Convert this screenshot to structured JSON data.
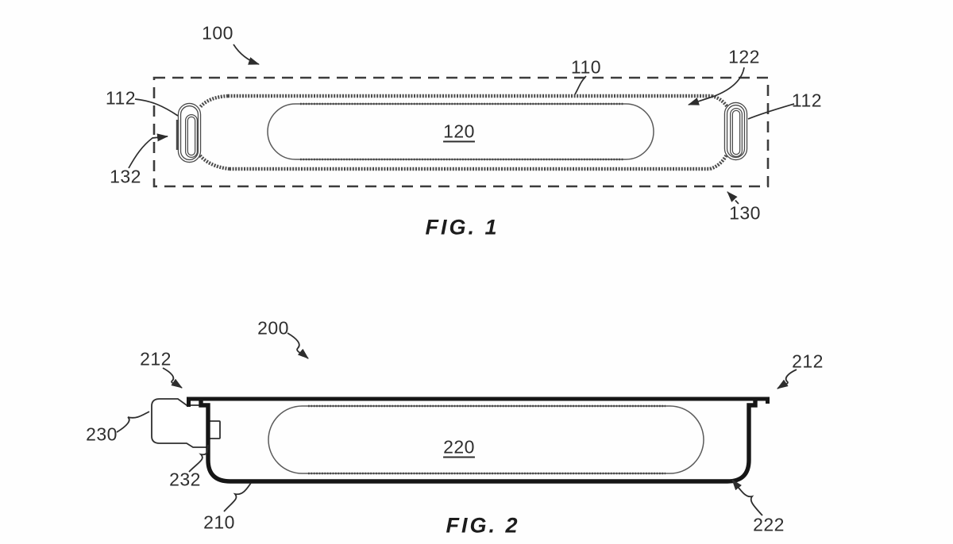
{
  "page": {
    "background_color": "#fefefe",
    "line_color": "#434343",
    "heavy_line_color": "#161616",
    "label_color": "#2e2e2e"
  },
  "figure1": {
    "caption": "FIG. 1",
    "refs": {
      "r100": "100",
      "r110": "110",
      "r122": "122",
      "r112_left": "112",
      "r112_right": "112",
      "r120": "120",
      "r132": "132",
      "r130": "130"
    }
  },
  "figure2": {
    "caption": "FIG. 2",
    "refs": {
      "r200": "200",
      "r212_left": "212",
      "r212_right": "212",
      "r220": "220",
      "r230": "230",
      "r232": "232",
      "r210": "210",
      "r222": "222"
    }
  }
}
